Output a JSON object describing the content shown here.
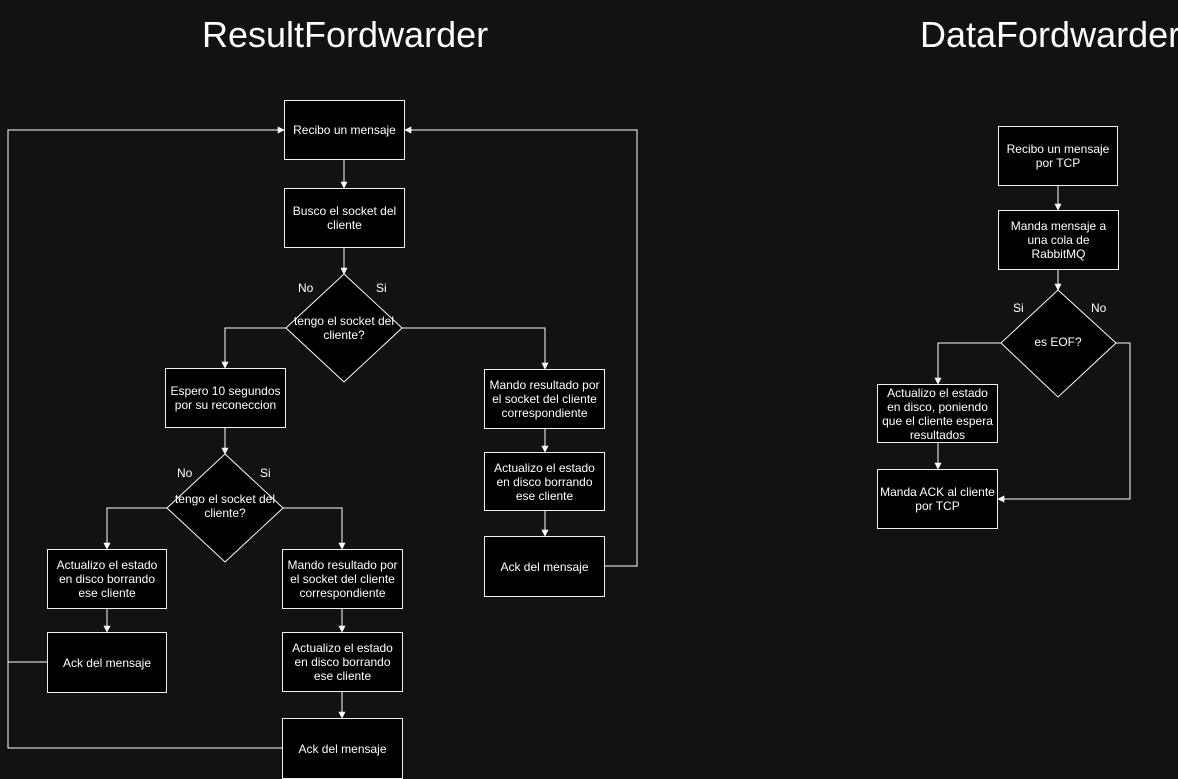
{
  "titles": {
    "result": "ResultFordwarder",
    "data": "DataFordwarder"
  },
  "result": {
    "recibo": "Recibo un mensaje",
    "busco": "Busco el socket del cliente",
    "decision1": "tengo el socket del cliente?",
    "no1": "No",
    "si1": "Si",
    "espero": "Espero 10 segundos por su reconeccion",
    "decision2": "tengo el socket del cliente?",
    "no2": "No",
    "si2": "Si",
    "act_left": "Actualizo el estado en disco borrando ese cliente",
    "ack_left": "Ack del mensaje",
    "mando_mid": "Mando resultado por el socket del cliente correspondiente",
    "act_mid": "Actualizo el estado en disco borrando ese cliente",
    "ack_mid": "Ack del mensaje",
    "mando_right": "Mando resultado por el socket del cliente correspondiente",
    "act_right": "Actualizo el estado en disco borrando ese cliente",
    "ack_right": "Ack del mensaje"
  },
  "data": {
    "recibo": "Recibo un mensaje por TCP",
    "manda_cola": "Manda mensaje a una cola de RabbitMQ",
    "decision": "es EOF?",
    "si": "Si",
    "no": "No",
    "actualizo": "Actualizo el estado en disco, poniendo que el cliente espera resultados",
    "manda_ack": "Manda ACK al cliente por TCP"
  },
  "colors": {
    "background": "#121212",
    "node_fill": "#000000",
    "stroke": "#ffffff"
  }
}
